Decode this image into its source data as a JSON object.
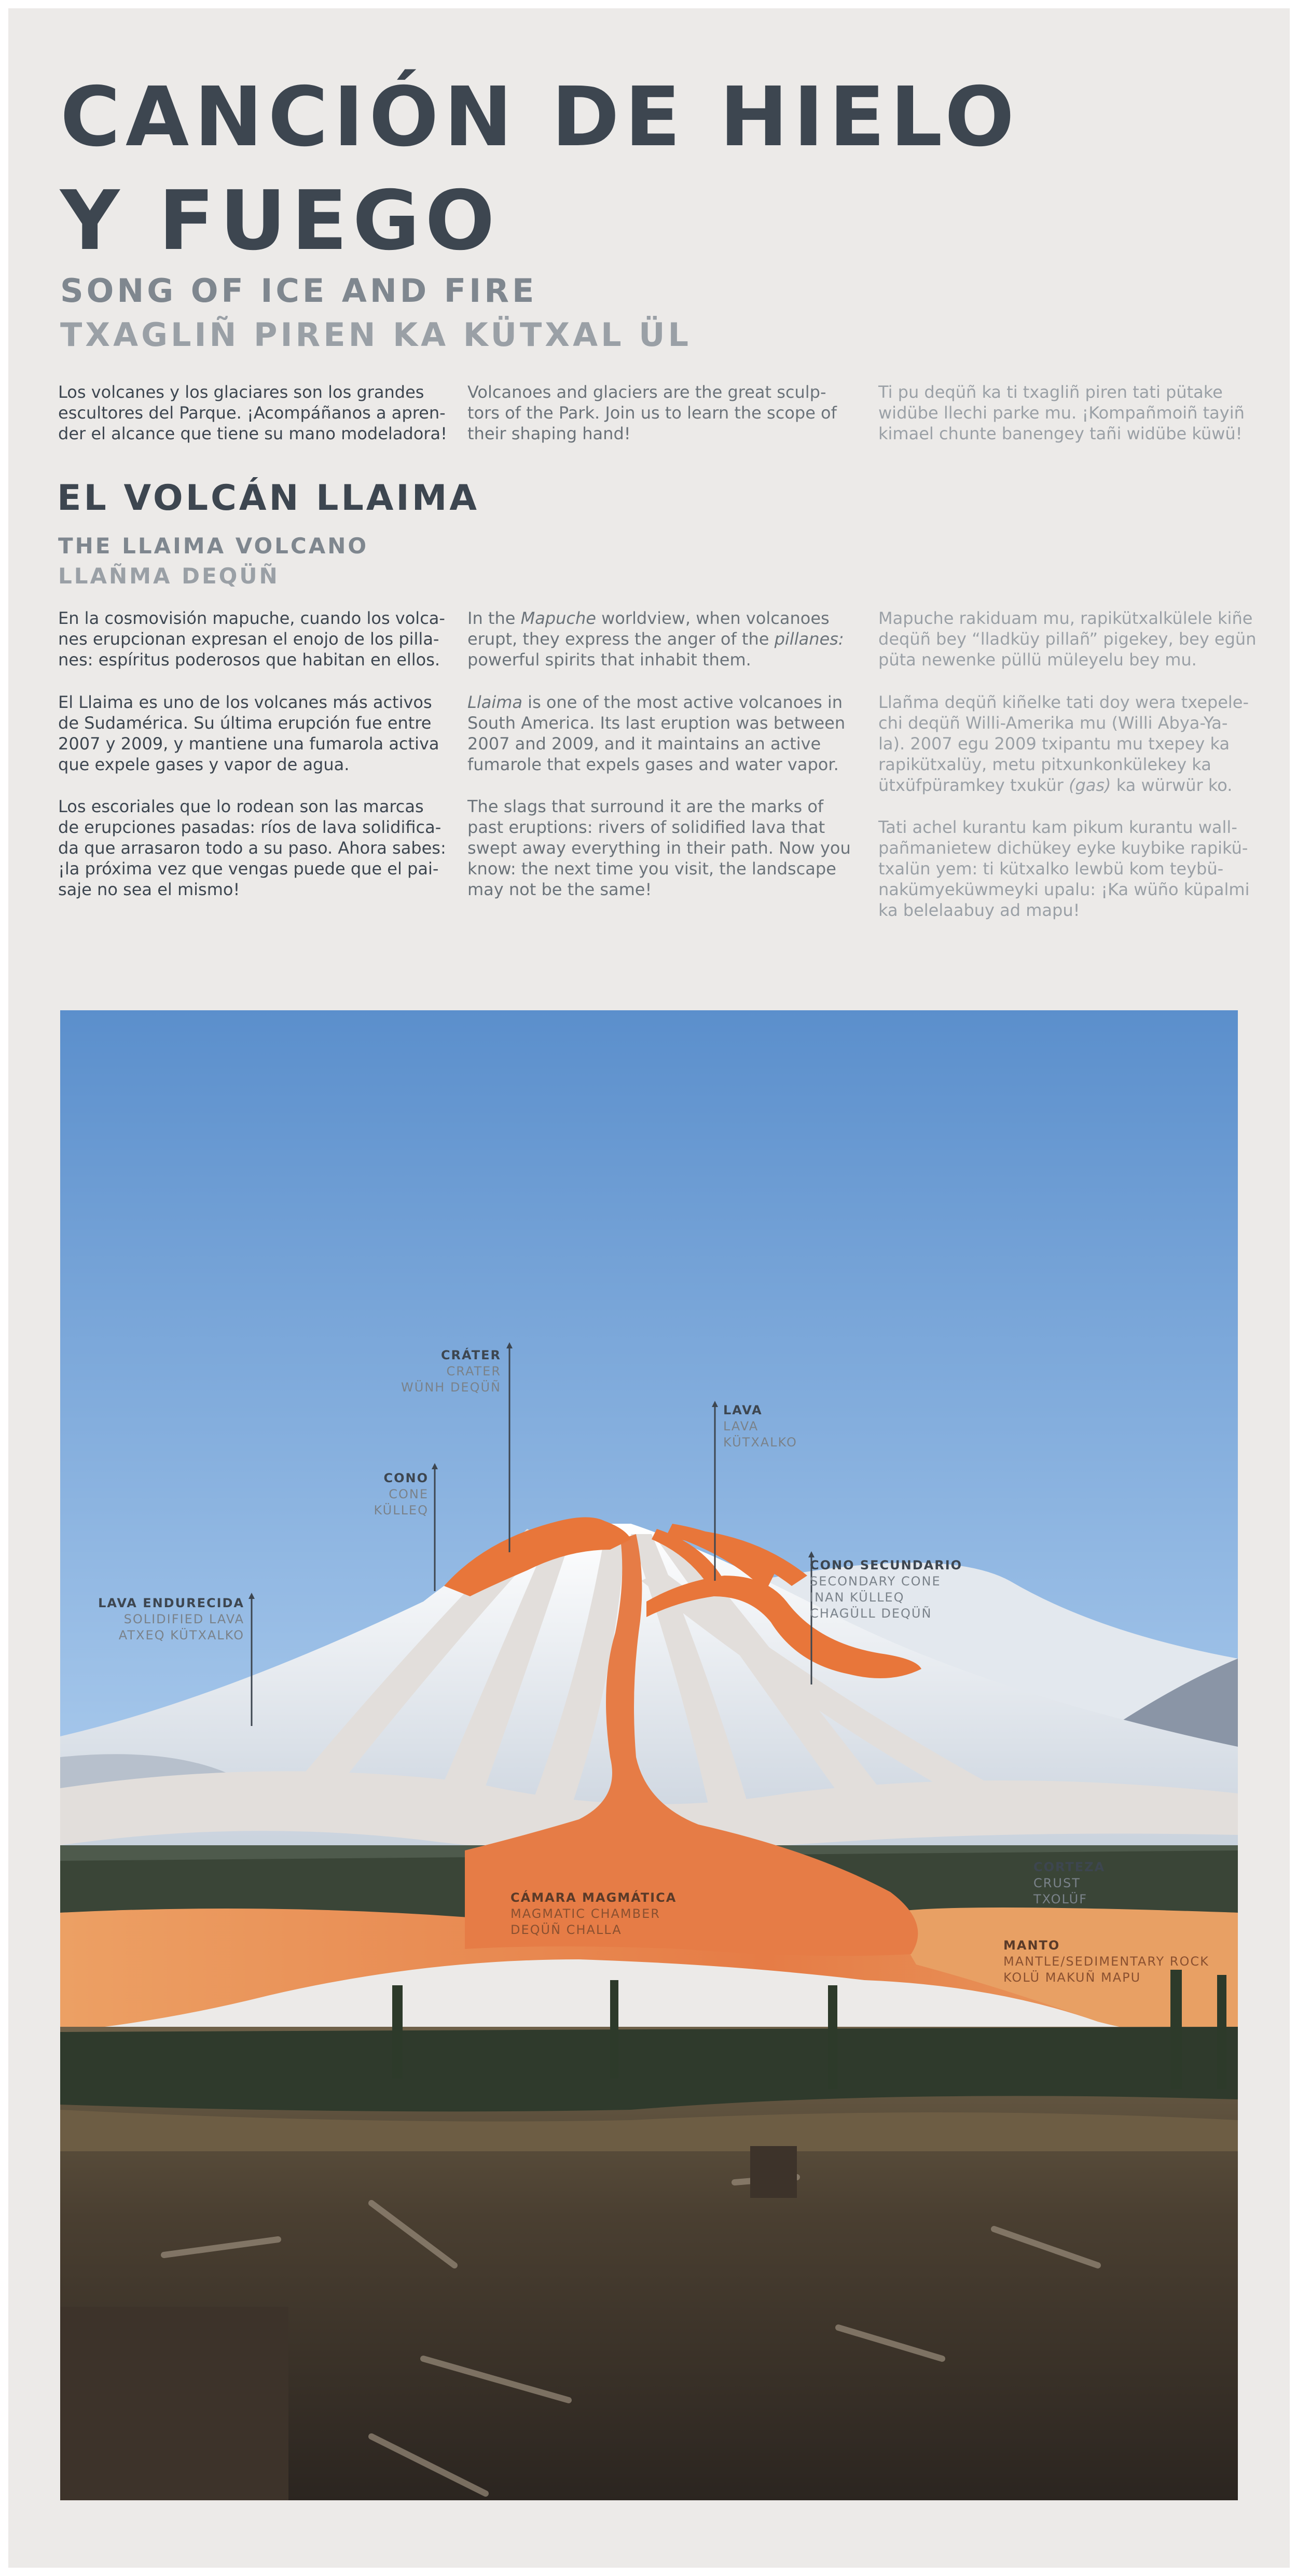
{
  "header": {
    "title_line1": "CANCIÓN DE HIELO",
    "title_line2": "Y FUEGO",
    "subtitle_en": "SONG OF ICE AND FIRE",
    "subtitle_mapudungun": "TXAGLIÑ PIREN KA KÜTXAL ÜL"
  },
  "intro": {
    "es": "Los volcanes y los glaciares son los grandes\nescultores del Parque. ¡Acompáñanos a apren-\nder el alcance que tiene su mano modeladora!",
    "en": "Volcanoes and glaciers are the great sculp-\ntors of the Park. Join us to learn the scope of\ntheir shaping hand!",
    "mapudungun": "Ti pu deqüñ ka ti txagliñ piren tati pütake\nwidübe llechi parke mu. ¡Kompañmoiñ tayiñ\nkimael chunte banengey tañi widübe küwü!"
  },
  "section": {
    "title": "EL VOLCÁN LLAIMA",
    "title_en": "THE LLAIMA VOLCANO",
    "title_mapudungun": "LLAÑMA DEQÜÑ",
    "es": [
      "En la cosmovisión mapuche, cuando los volca-\nnes erupcionan expresan el enojo de los pilla-\nnes: espíritus poderosos que habitan en ellos.",
      "El Llaima es uno de los volcanes más activos\nde Sudamérica. Su última erupción fue entre\n2007 y 2009, y mantiene una fumarola activa\nque expele gases y vapor de agua.",
      "Los escoriales que lo rodean son las marcas\nde erupciones pasadas: ríos de lava solidifica-\nda que arrasaron todo a su paso. Ahora sabes:\n¡la próxima vez que vengas puede que el pai-\nsaje no sea el mismo!"
    ],
    "en": {
      "p1_before": "In the ",
      "p1_em1": "Mapuche",
      "p1_mid": " worldview, when volcanoes\nerupt, they express the anger of the ",
      "p1_em2": "pillanes:",
      "p1_after": "\npowerful spirits that inhabit them.",
      "p2_em": "Llaima",
      "p2_after": " is one of the most active volcanoes in\nSouth America. Its last eruption was between\n2007 and 2009, and it maintains an active\nfumarole that expels gases and water vapor.",
      "p3": "The slags that surround it are the marks of\npast eruptions: rivers of solidified lava that\nswept away everything in their path. Now you\nknow: the next time you visit, the landscape\nmay not be the same!"
    },
    "mapudungun": {
      "p1": "Mapuche rakiduam mu, rapikütxalkülele kiñe\ndeqüñ bey “lladküy pillañ” pigekey, bey egün\npüta newenke püllü müleyelu bey mu.",
      "p2": "Llañma deqüñ kiñelke tati doy wera txepele-\nchi deqüñ Willi-Amerika mu (Willi Abya-Ya-\nla). 2007 egu 2009 txipantu mu txepey ka\nrapikütxalüy, metu pitxunkonkülekey ka",
      "p2_before_em": "ütxüfpüramkey txukür ",
      "p2_em": "(gas)",
      "p2_after_em": " ka würwür ko.",
      "p3": "Tati achel kurantu kam pikum kurantu wall-\npañmanietew dichükey eyke kuybike rapikü-\ntxalün yem: ti kütxalko lewbü kom teybü-\nnakümyeküwmeyki upalu: ¡Ka wüño küpalmi\nka belelaabuy ad mapu!"
    }
  },
  "diagram_labels": {
    "crater": {
      "es": "CRÁTER",
      "en": "CRATER",
      "mapudungun": "WÜNH DEQÜÑ"
    },
    "cone": {
      "es": "CONO",
      "en": "CONE",
      "mapudungun": "KÜLLEQ"
    },
    "lava": {
      "es": "LAVA",
      "en": "LAVA",
      "mapudungun": "KÜTXALKO"
    },
    "secondary_cone": {
      "es": "CONO SECUNDARIO",
      "en": "SECONDARY CONE",
      "mapudungun_1": "INAN KÜLLEQ",
      "mapudungun_2": "CHAGÜLL DEQÜÑ"
    },
    "solidified_lava": {
      "es": "LAVA ENDURECIDA",
      "en": "SOLIDIFIED LAVA",
      "mapudungun": "ATXEQ KÜTXALKO"
    },
    "magma_chamber": {
      "es": "CÁMARA MAGMÁTICA",
      "en": "MAGMATIC CHAMBER",
      "mapudungun": "DEQÜÑ CHALLA"
    },
    "crust": {
      "es": "CORTEZA",
      "en": "CRUST",
      "mapudungun": "TXOLÜF"
    },
    "mantle": {
      "es": "MANTO",
      "en": "MANTLE/SEDIMENTARY ROCK",
      "mapudungun": "KOLÜ MAKUÑ MAPU"
    }
  },
  "colors": {
    "background": "#eceae8",
    "title": "#3d4650",
    "sky_top": "#5b8fcc",
    "sky_bottom": "#a8c9ec",
    "lava": "#e8763a",
    "mantle": "#e8a064"
  }
}
